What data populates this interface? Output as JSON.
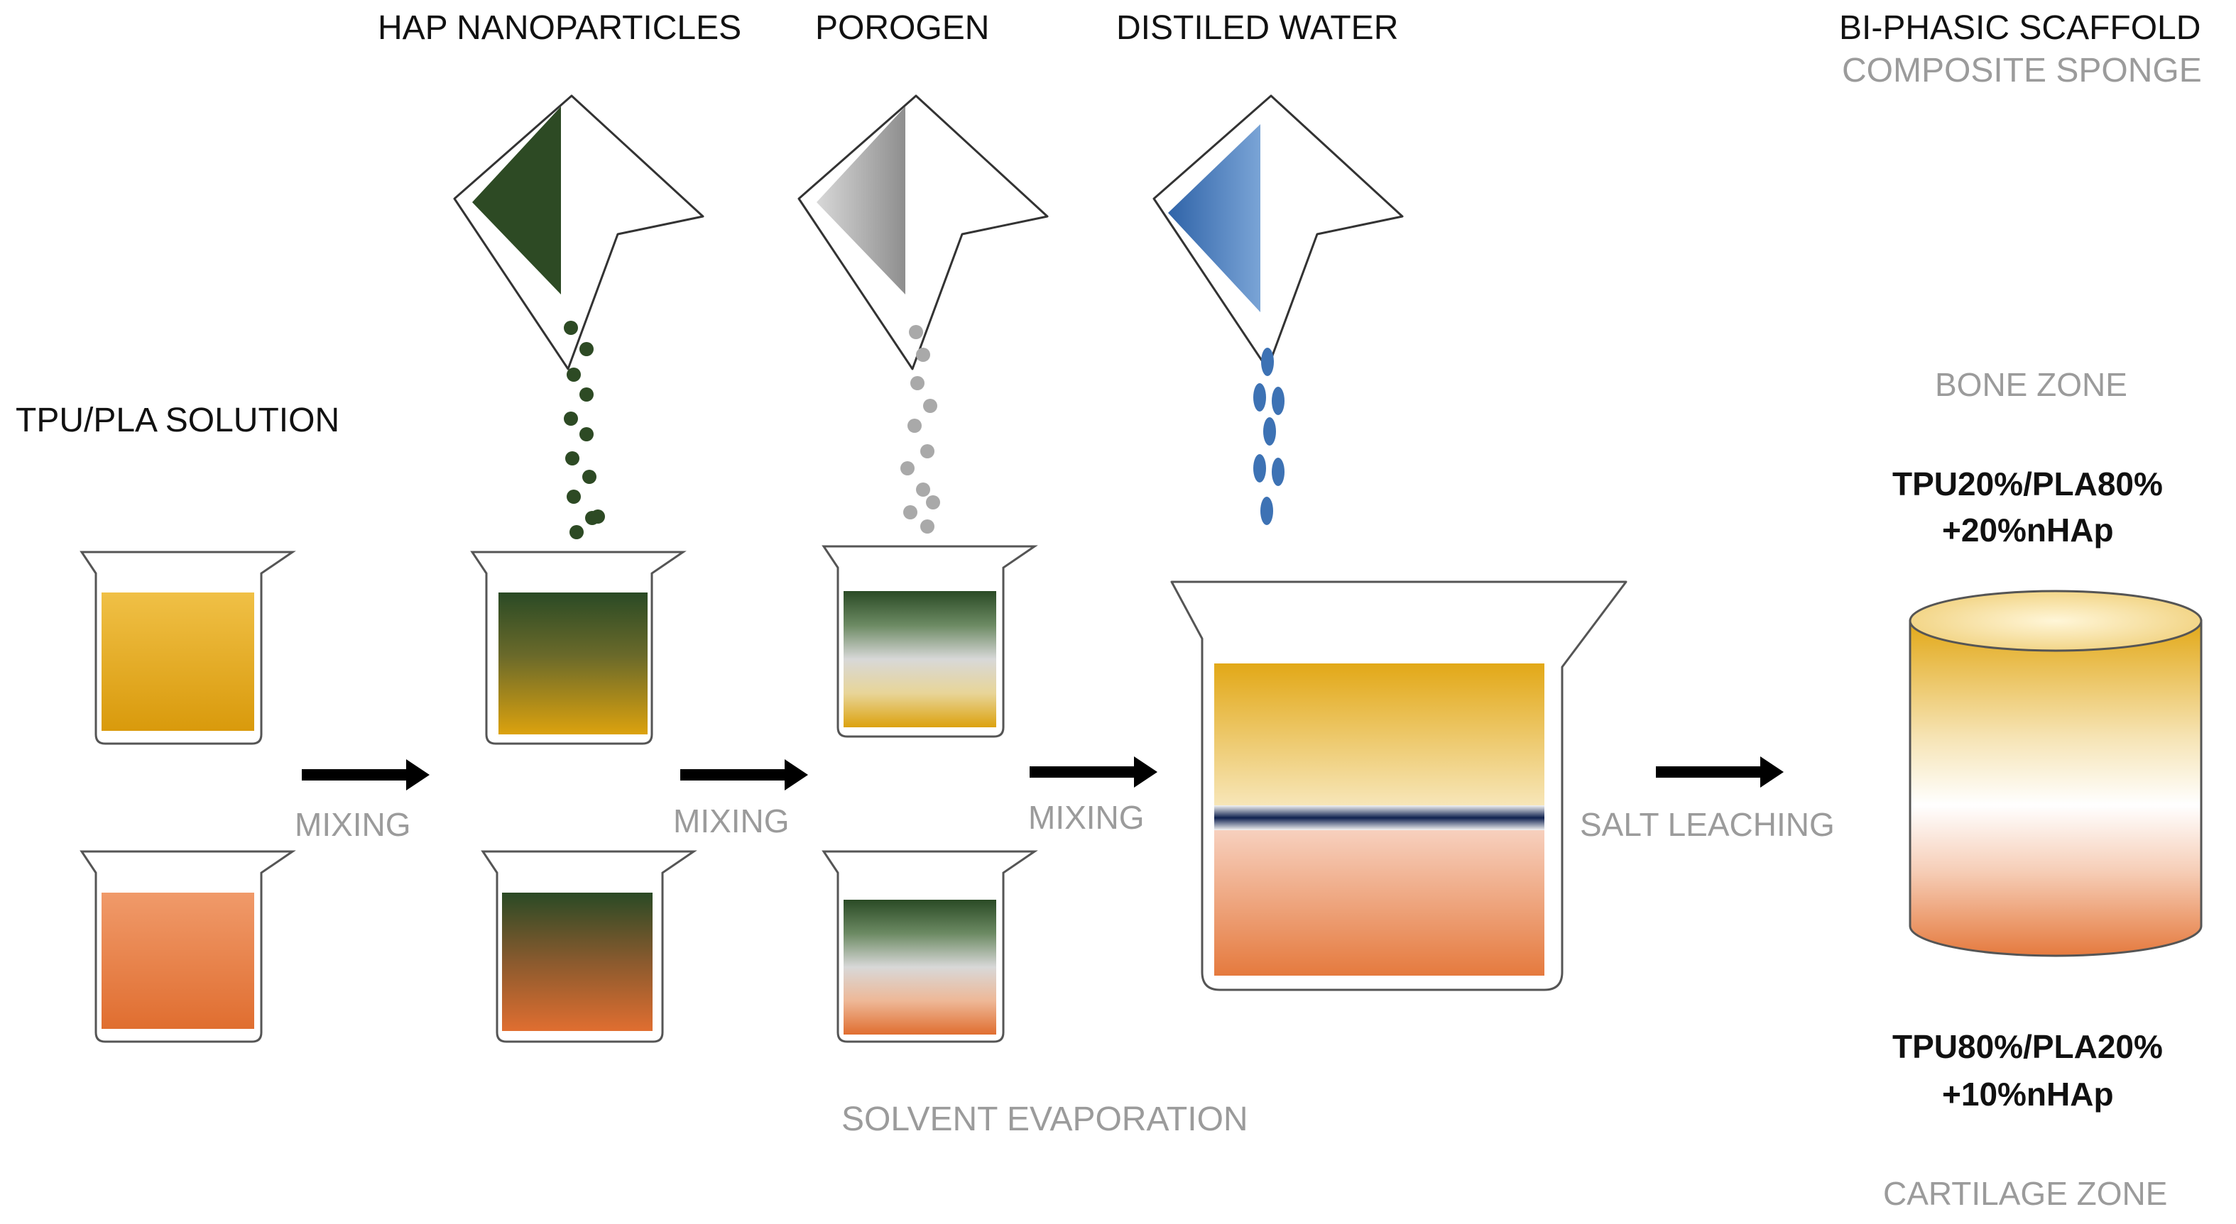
{
  "labels": {
    "hap": "HAP NANOPARTICLES",
    "porogen": "POROGEN",
    "water": "DISTILED WATER",
    "tpu_pla": "TPU/PLA SOLUTION",
    "scaffold_title": "BI-PHASIC SCAFFOLD",
    "scaffold_subtitle": "COMPOSITE SPONGE",
    "bone_zone": "BONE ZONE",
    "cartilage_zone": "CARTILAGE ZONE",
    "bone_comp_1": "TPU20%/PLA80%",
    "bone_comp_2": "+20%nHAp",
    "cart_comp_1": "TPU80%/PLA20%",
    "cart_comp_2": "+10%nHAp",
    "mixing_1": "MIXING",
    "mixing_2": "MIXING",
    "mixing_3": "MIXING",
    "salt_leaching": "SALT LEACHING",
    "solvent_evaporation": "SOLVENT EVAPORATION"
  },
  "colors": {
    "yellow_solution": "#e2a817",
    "orange_solution": "#e57a3e",
    "hap_green": "#2d4a24",
    "porogen_grey": "#a9a9a9",
    "water_blue": "#3d72b4",
    "interface_navy": "#1a2a55",
    "arrow": "#000000",
    "grey_text": "#9b9b9b"
  },
  "icons": {
    "pour_bag": "funnel-bag-icon",
    "beaker": "beaker-icon",
    "arrow": "right-arrow-icon",
    "scaffold": "cylinder-icon"
  }
}
